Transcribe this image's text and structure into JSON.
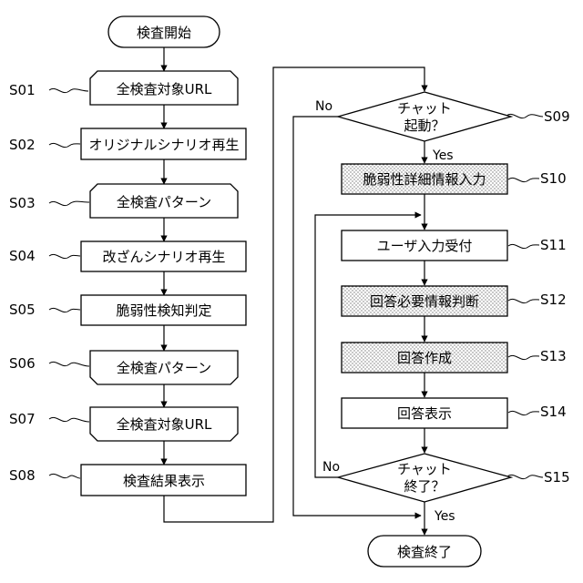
{
  "nodes": {
    "start": "検査開始",
    "n01": "全検査対象URL",
    "n02": "オリジナルシナリオ再生",
    "n03": "全検査パターン",
    "n04": "改ざんシナリオ再生",
    "n05": "脆弱性検知判定",
    "n06": "全検査パターン",
    "n07": "全検査対象URL",
    "n08": "検査結果表示",
    "n09_line1": "チャット",
    "n09_line2": "起動？",
    "n10": "脆弱性詳細情報入力",
    "n11": "ユーザ入力受付",
    "n12": "回答必要情報判断",
    "n13": "回答作成",
    "n14": "回答表示",
    "n15_line1": "チャット",
    "n15_line2": "終了？",
    "end": "検査終了"
  },
  "steps": {
    "s01": "S01",
    "s02": "S02",
    "s03": "S03",
    "s04": "S04",
    "s05": "S05",
    "s06": "S06",
    "s07": "S07",
    "s08": "S08",
    "s09": "S09",
    "s10": "S10",
    "s11": "S11",
    "s12": "S12",
    "s13": "S13",
    "s14": "S14",
    "s15": "S15"
  },
  "branches": {
    "s09_no": "No",
    "s09_yes": "Yes",
    "s15_no": "No",
    "s15_yes": "Yes"
  }
}
